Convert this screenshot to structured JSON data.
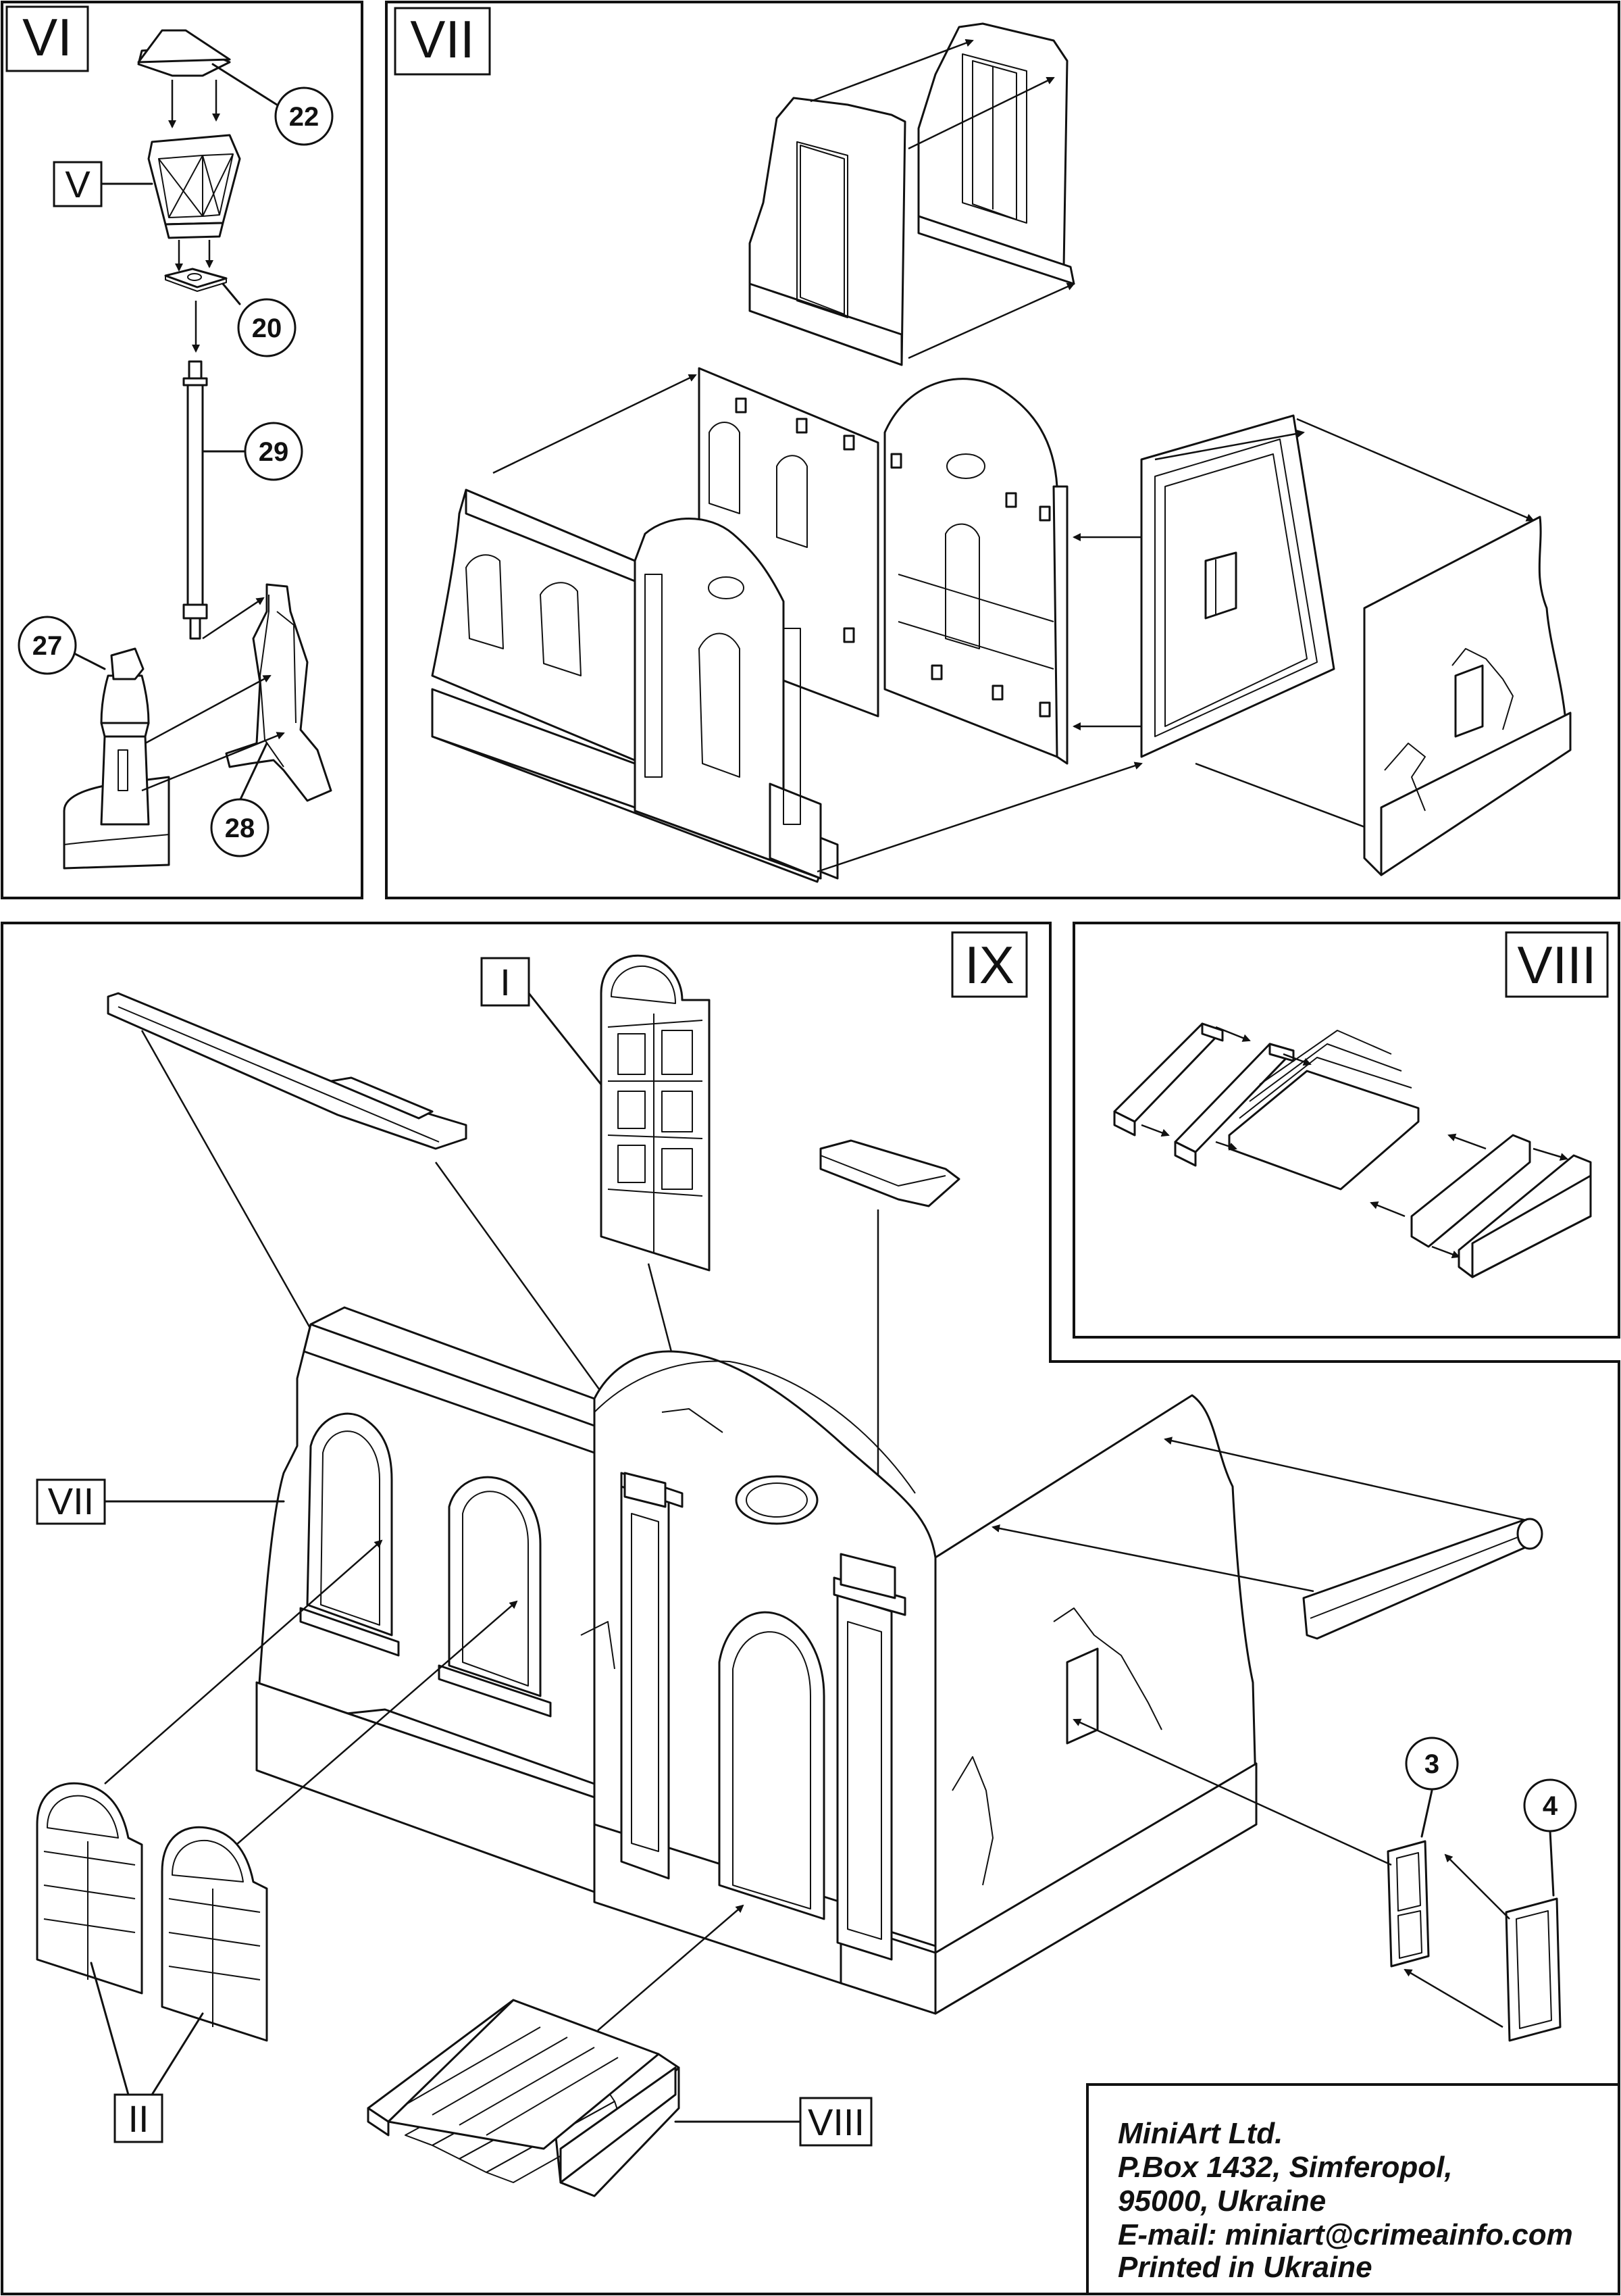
{
  "panels": {
    "vi": {
      "label": "VI"
    },
    "vii": {
      "label": "VII"
    },
    "ix": {
      "label": "IX"
    },
    "viii": {
      "label": "VIII"
    }
  },
  "lamp": {
    "part_22": "22",
    "sub_v": "V",
    "part_20": "20",
    "part_29": "29",
    "part_27": "27",
    "part_28": "28"
  },
  "assembly": {
    "sub_i": "I",
    "sub_vii": "VII",
    "sub_ii": "II",
    "sub_viii": "VIII",
    "part_3": "3",
    "part_4": "4"
  },
  "footer": {
    "line1": "MiniArt Ltd.",
    "line2": "P.Box 1432, Simferopol,",
    "line3": "95000, Ukraine",
    "line4": "E-mail: miniart@crimeainfo.com",
    "line5": "Printed in Ukraine"
  }
}
